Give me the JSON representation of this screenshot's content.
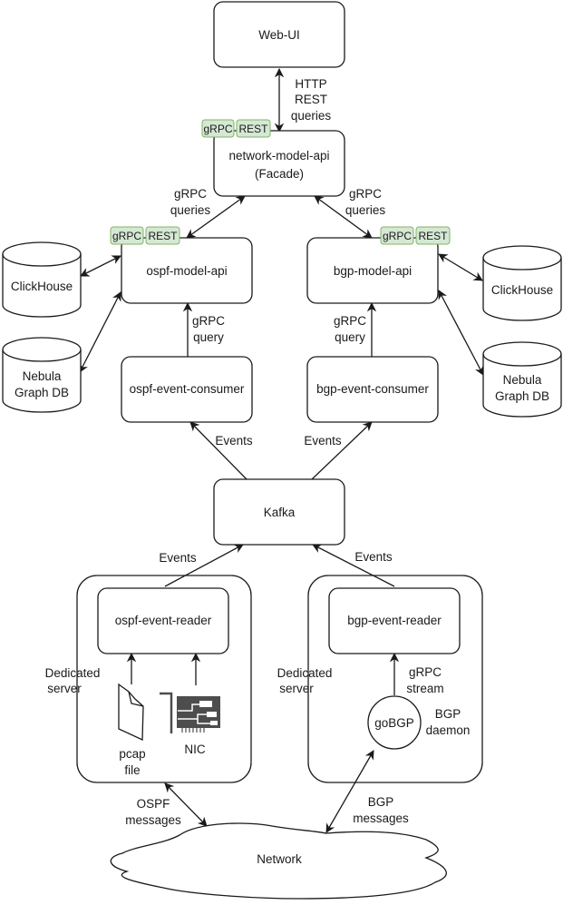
{
  "diagram": {
    "nodes": {
      "web_ui": "Web-UI",
      "network_model_api": [
        "network-model-api",
        "(Facade)"
      ],
      "ospf_model_api": "ospf-model-api",
      "bgp_model_api": "bgp-model-api",
      "ospf_event_consumer": "ospf-event-consumer",
      "bgp_event_consumer": "bgp-event-consumer",
      "kafka": "Kafka",
      "ospf_event_reader": "ospf-event-reader",
      "bgp_event_reader": "bgp-event-reader",
      "clickhouse_left": "ClickHouse",
      "nebula_left": [
        "Nebula",
        "Graph DB"
      ],
      "clickhouse_right": "ClickHouse",
      "nebula_right": [
        "Nebula",
        "Graph DB"
      ],
      "gobgp": "goBGP",
      "network": "Network",
      "pcap_file": [
        "pcap",
        "file"
      ],
      "nic": "NIC"
    },
    "badges": {
      "grpc": "gRPC",
      "rest": "REST"
    },
    "groups": {
      "ospf_server": [
        "Dedicated",
        "server"
      ],
      "bgp_server": [
        "Dedicated",
        "server"
      ]
    },
    "edge_labels": {
      "web_http": [
        "HTTP",
        "REST",
        "queries"
      ],
      "facade_ospf": [
        "gRPC",
        "queries"
      ],
      "facade_bgp": [
        "gRPC",
        "queries"
      ],
      "ospf_consumer_query": [
        "gRPC",
        "query"
      ],
      "bgp_consumer_query": [
        "gRPC",
        "query"
      ],
      "kafka_ospf_consumer": "Events",
      "kafka_bgp_consumer": "Events",
      "ospf_reader_kafka": "Events",
      "bgp_reader_kafka": "Events",
      "gobgp_stream": [
        "gRPC",
        "stream"
      ],
      "bgp_daemon": [
        "BGP",
        "daemon"
      ],
      "ospf_messages": [
        "OSPF",
        "messages"
      ],
      "bgp_messages": [
        "BGP",
        "messages"
      ]
    },
    "colors": {
      "badge_fill": "#d5e8d4",
      "badge_stroke": "#82b366",
      "line": "#1a1a1a"
    }
  }
}
